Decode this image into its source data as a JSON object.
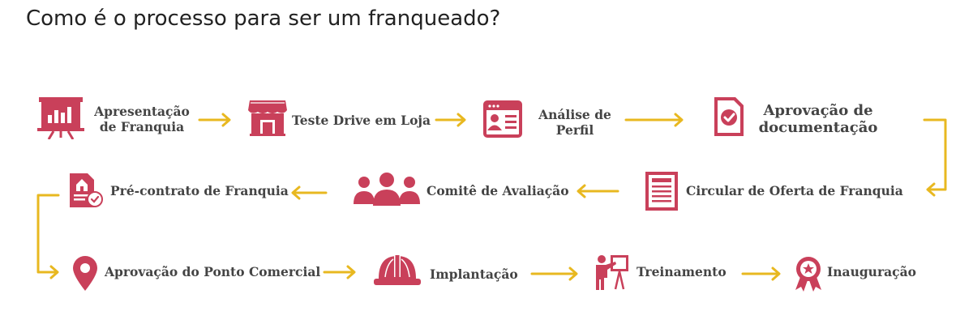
{
  "title": "Como é o processo para ser um franqueado?",
  "colors": {
    "accent": "#c9405a",
    "arrow": "#e8b820",
    "text": "#444444"
  },
  "steps": [
    {
      "label": "Apresentação\nde Franquia",
      "icon": "presentation-chart-icon"
    },
    {
      "label": "Teste Drive em Loja",
      "icon": "storefront-icon"
    },
    {
      "label": "Análise de\nPerfil",
      "icon": "profile-card-icon"
    },
    {
      "label": "Aprovação de\ndocumentação",
      "icon": "document-check-icon"
    },
    {
      "label": "Circular de Oferta de Franquia",
      "icon": "newspaper-icon"
    },
    {
      "label": "Comitê de Avaliação",
      "icon": "group-people-icon"
    },
    {
      "label": "Pré-contrato de Franquia",
      "icon": "contract-house-icon"
    },
    {
      "label": "Aprovação do Ponto Comercial",
      "icon": "map-pin-icon"
    },
    {
      "label": "Implantação",
      "icon": "hard-hat-icon"
    },
    {
      "label": "Treinamento",
      "icon": "trainer-board-icon"
    },
    {
      "label": "Inauguração",
      "icon": "award-rosette-icon"
    }
  ]
}
